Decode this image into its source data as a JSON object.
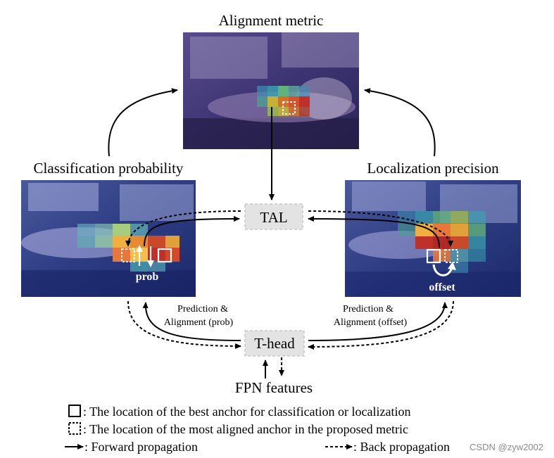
{
  "panels": {
    "top": {
      "title": "Alignment metric"
    },
    "left": {
      "title": "Classification probability",
      "label": "prob"
    },
    "right": {
      "title": "Localization precision",
      "label": "offset"
    }
  },
  "modules": {
    "tal": "TAL",
    "thead": "T-head",
    "fpn": "FPN features"
  },
  "annotations": {
    "left_line1": "Prediction &",
    "left_line2": "Alignment (prob)",
    "right_line1": "Prediction &",
    "right_line2": "Alignment (offset)"
  },
  "legend": {
    "solid_box": ": The location of the best anchor for classification or localization",
    "dashed_box": ": The location of the most aligned anchor in the proposed metric",
    "forward": ": Forward propagation",
    "back": ": Back propagation"
  },
  "watermark": "CSDN @zyw2002",
  "colors": {
    "background": "#ffffff",
    "image_base": "#3a2f6a",
    "module_fill": "#e3e3e3",
    "arrow": "#000000",
    "heat_hot": "#c0302a",
    "heat_warm": "#e8a03a",
    "heat_cool": "#3aa6b0"
  }
}
